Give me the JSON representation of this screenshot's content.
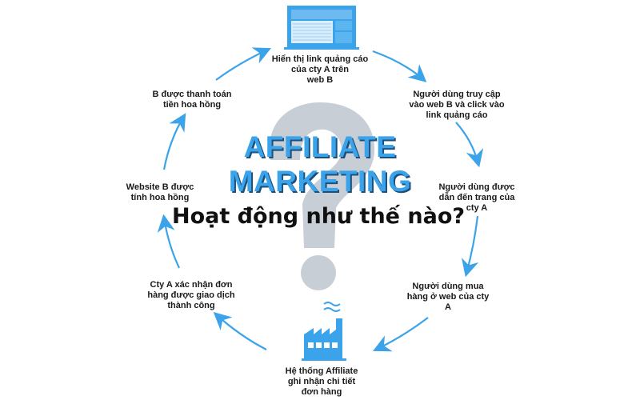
{
  "title": {
    "line1": "AFFILIATE",
    "line2": "MARKETING",
    "subtitle": "Hoạt động như thế nào?"
  },
  "steps": [
    {
      "lines": [
        "Hiển thị link quảng cáo",
        "của cty A trên",
        "web B"
      ],
      "icon": "laptop-icon"
    },
    {
      "lines": [
        "Người dùng truy cập",
        "vào web B và click vào",
        "link quảng cáo"
      ]
    },
    {
      "lines": [
        "Người dùng được",
        "dẫn đến trang của",
        "cty A"
      ]
    },
    {
      "lines": [
        "Người dùng mua",
        "hàng ở web của cty",
        "A"
      ]
    },
    {
      "lines": [
        "Hệ thống Affiliate",
        "ghi nhận chi tiết",
        "đơn hàng"
      ],
      "icon": "factory-icon"
    },
    {
      "lines": [
        "Cty A xác nhận đơn",
        "hàng được giao dịch",
        "thành công"
      ]
    },
    {
      "lines": [
        "Website B được",
        "tính hoa hồng"
      ]
    },
    {
      "lines": [
        "B được thanh toán",
        "tiền hoa hồng"
      ]
    }
  ],
  "colors": {
    "accent": "#3ba3ea",
    "question_mark": "#c8ced5"
  }
}
